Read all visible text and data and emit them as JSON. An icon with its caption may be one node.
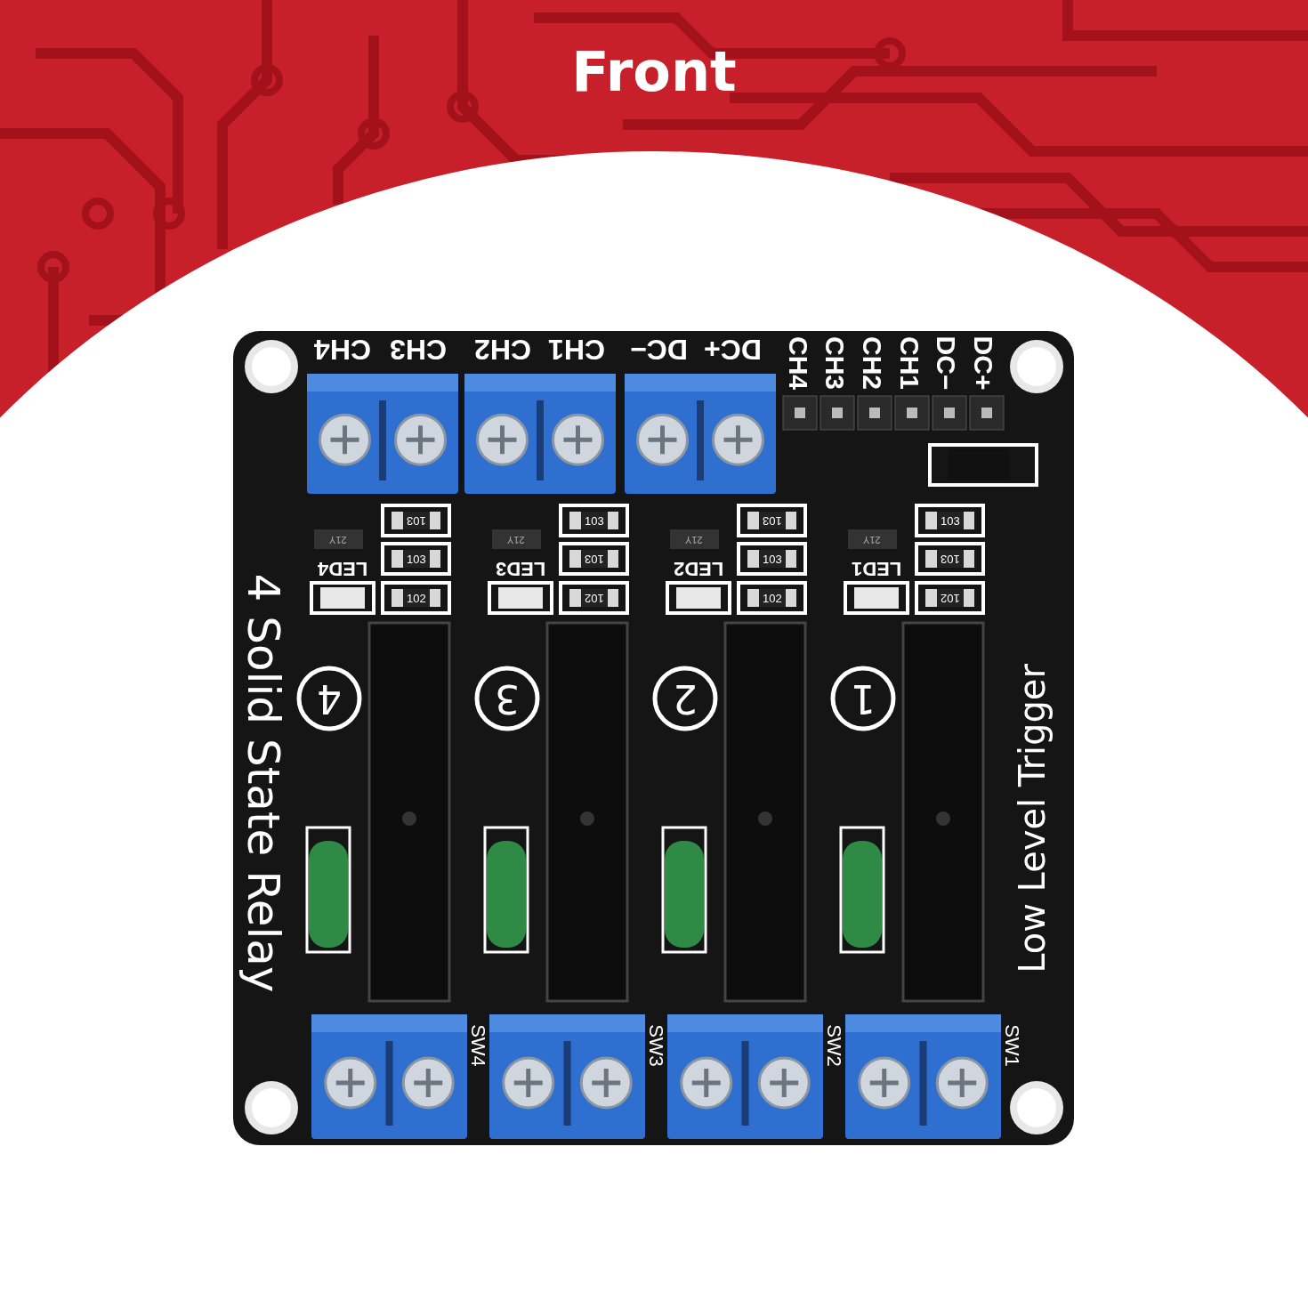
{
  "diagram": {
    "title": "Front",
    "labels": [
      "CH4",
      "CH3",
      "CH2",
      "CH1",
      "DC−",
      "DC+",
      "CH4",
      "CH3",
      "CH2",
      "CH1",
      "DC−",
      "DC+",
      "21Y",
      "103",
      "103",
      "LED4",
      "102",
      "21Y",
      "103",
      "103",
      "LED3",
      "102",
      "21Y",
      "103",
      "103",
      "LED2",
      "102",
      "21Y",
      "103",
      "103",
      "LED1",
      "102",
      "4",
      "3",
      "2",
      "1",
      "4 Solid State Relay",
      "Low Level Trigger",
      "SW4",
      "SW3",
      "SW2",
      "SW1"
    ]
  }
}
